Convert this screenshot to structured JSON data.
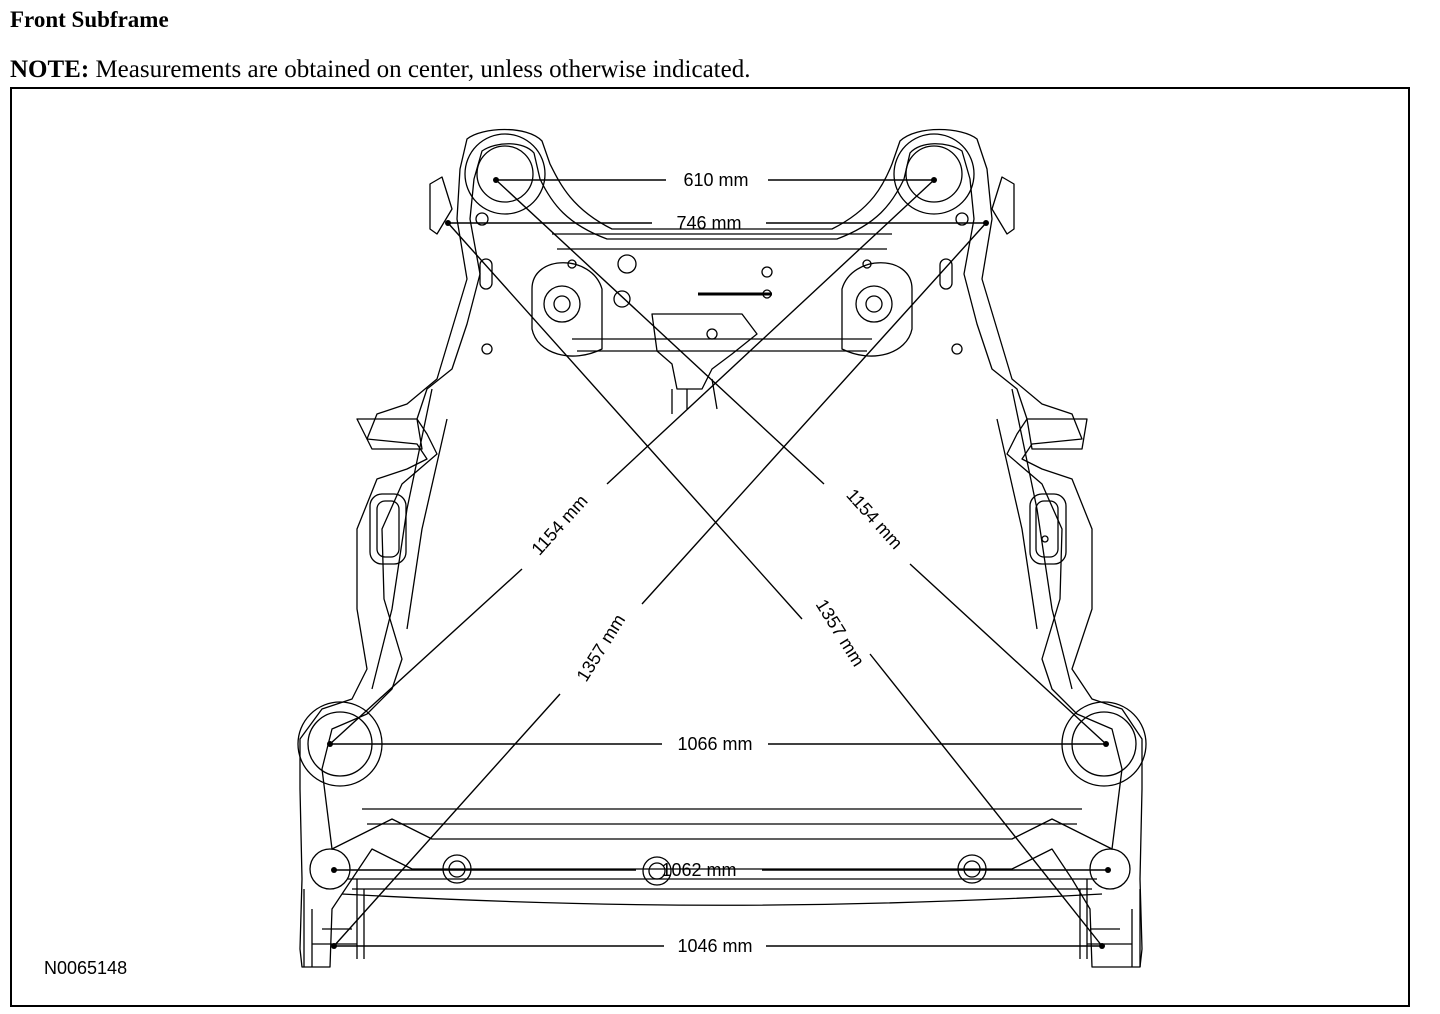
{
  "title": "Front Subframe",
  "note": {
    "label": "NOTE:",
    "text": "Measurements are obtained on center, unless otherwise indicated."
  },
  "figure": {
    "id": "N0065148",
    "dimensions": {
      "upper_front_mounts": "610 mm",
      "upper_front_holes": "746 mm",
      "diagonal_short_left": "1154 mm",
      "diagonal_short_right": "1154 mm",
      "diagonal_long_left": "1357 mm",
      "diagonal_long_right": "1357 mm",
      "rear_mounts": "1066 mm",
      "rear_holes": "1062 mm",
      "rear_lower_holes": "1046 mm"
    }
  }
}
